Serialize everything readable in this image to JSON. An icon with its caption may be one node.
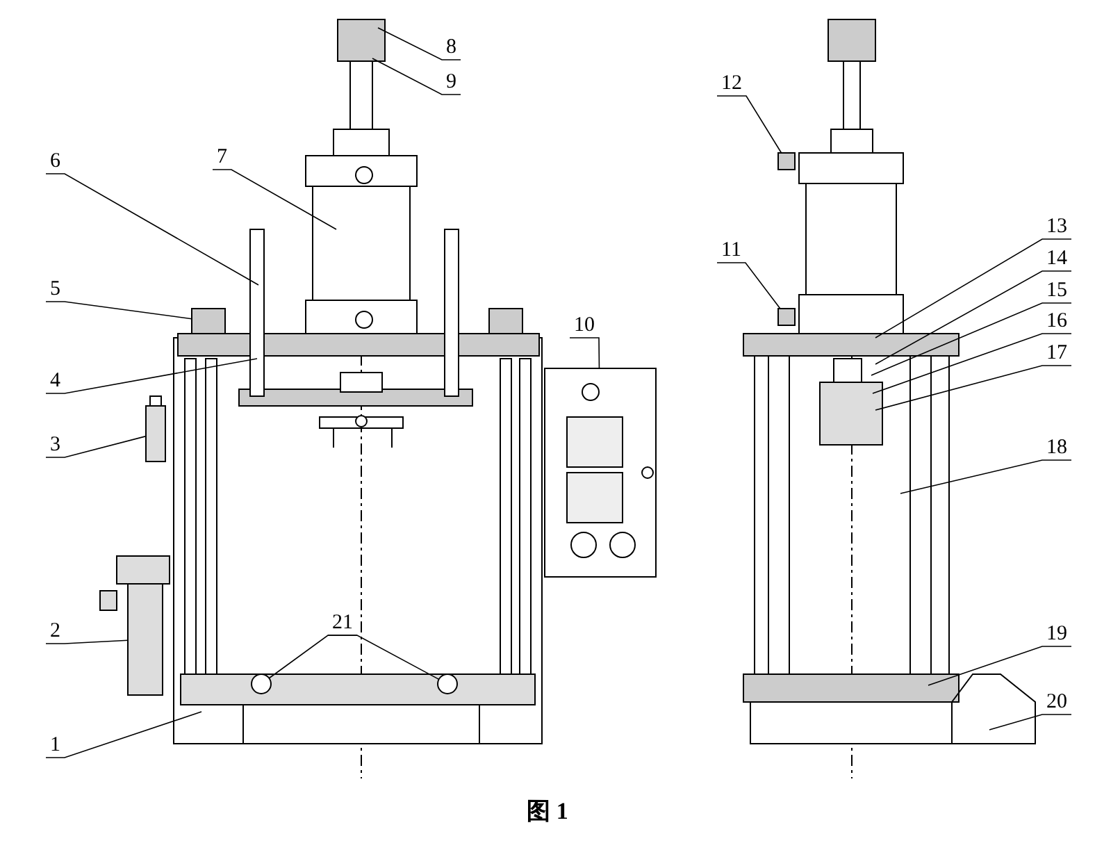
{
  "diagram": {
    "caption": "图 1",
    "nodes": [
      {
        "text": [
          "1"
        ]
      },
      {
        "text": [
          "2"
        ]
      },
      {
        "text": [
          "3"
        ]
      },
      {
        "text": [
          "4"
        ]
      },
      {
        "text": [
          "5"
        ]
      },
      {
        "text": [
          "6"
        ]
      },
      {
        "text": [
          "7"
        ]
      },
      {
        "text": [
          "8"
        ]
      },
      {
        "text": [
          "9"
        ]
      },
      {
        "text": [
          "10"
        ]
      },
      {
        "text": [
          "11"
        ]
      },
      {
        "text": [
          "12"
        ]
      },
      {
        "text": [
          "13"
        ]
      },
      {
        "text": [
          "14"
        ]
      },
      {
        "text": [
          "15"
        ]
      },
      {
        "text": [
          "16"
        ]
      },
      {
        "text": [
          "17"
        ]
      },
      {
        "text": [
          "18"
        ]
      },
      {
        "text": [
          "19"
        ]
      },
      {
        "text": [
          "20"
        ]
      },
      {
        "text": [
          "21"
        ]
      },
      {
        "text": [],
        "shape": "box"
      },
      {
        "text": [],
        "shape": "box"
      },
      {
        "text": [],
        "shape": "box"
      },
      {
        "text": [],
        "shape": "box"
      },
      {
        "text": [],
        "shape": "circle"
      },
      {
        "text": [],
        "shape": "circle"
      },
      {
        "text": [],
        "shape": "box"
      },
      {
        "text": [],
        "shape": "box"
      }
    ],
    "edges": [
      {
        "from": 0,
        "to": null,
        "arrow": "none"
      },
      {
        "from": 1,
        "to": 28,
        "arrow": "none"
      },
      {
        "from": 2,
        "to": 27,
        "arrow": "none"
      },
      {
        "from": 3,
        "to": null,
        "arrow": "none"
      },
      {
        "from": 4,
        "to": 21,
        "arrow": "none"
      },
      {
        "from": 5,
        "to": null,
        "arrow": "none"
      },
      {
        "from": 6,
        "to": null,
        "arrow": "none"
      },
      {
        "from": 7,
        "to": null,
        "arrow": "none"
      },
      {
        "from": 8,
        "to": null,
        "arrow": "none"
      },
      {
        "from": 9,
        "to": 22,
        "arrow": "none"
      },
      {
        "from": 10,
        "to": 24,
        "arrow": "none"
      },
      {
        "from": 11,
        "to": 23,
        "arrow": "none"
      },
      {
        "from": 12,
        "to": null,
        "arrow": "none"
      },
      {
        "from": 13,
        "to": null,
        "arrow": "none"
      },
      {
        "from": 14,
        "to": null,
        "arrow": "none"
      },
      {
        "from": 15,
        "to": null,
        "arrow": "none"
      },
      {
        "from": 16,
        "to": null,
        "arrow": "none"
      },
      {
        "from": 17,
        "to": null,
        "arrow": "none"
      },
      {
        "from": 18,
        "to": null,
        "arrow": "none"
      },
      {
        "from": 19,
        "to": null,
        "arrow": "none"
      },
      {
        "from": 20,
        "to": 25,
        "arrow": "none"
      },
      {
        "from": 20,
        "to": 26,
        "arrow": "none"
      }
    ]
  }
}
